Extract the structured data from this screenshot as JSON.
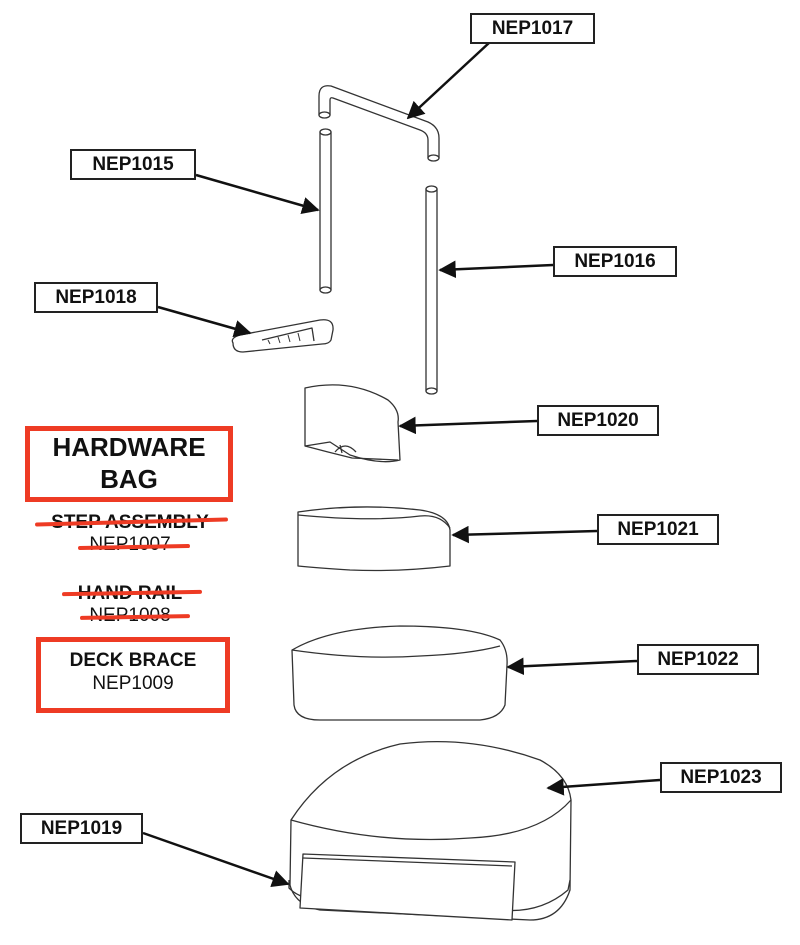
{
  "part_labels": {
    "nep1017": "NEP1017",
    "nep1015": "NEP1015",
    "nep1016": "NEP1016",
    "nep1018": "NEP1018",
    "nep1020": "NEP1020",
    "nep1021": "NEP1021",
    "nep1022": "NEP1022",
    "nep1023": "NEP1023",
    "nep1019": "NEP1019"
  },
  "notes": {
    "hardware_bag": "HARDWARE BAG",
    "step_assembly": {
      "title": "STEP ASSEMBLY",
      "code": "NEP1007"
    },
    "hand_rail": {
      "title": "HAND RAIL",
      "code": "NEP1008"
    },
    "deck_brace": {
      "title": "DECK BRACE",
      "code": "NEP1009"
    }
  },
  "colors": {
    "highlight": "#ee3b24",
    "ink": "#222222"
  }
}
